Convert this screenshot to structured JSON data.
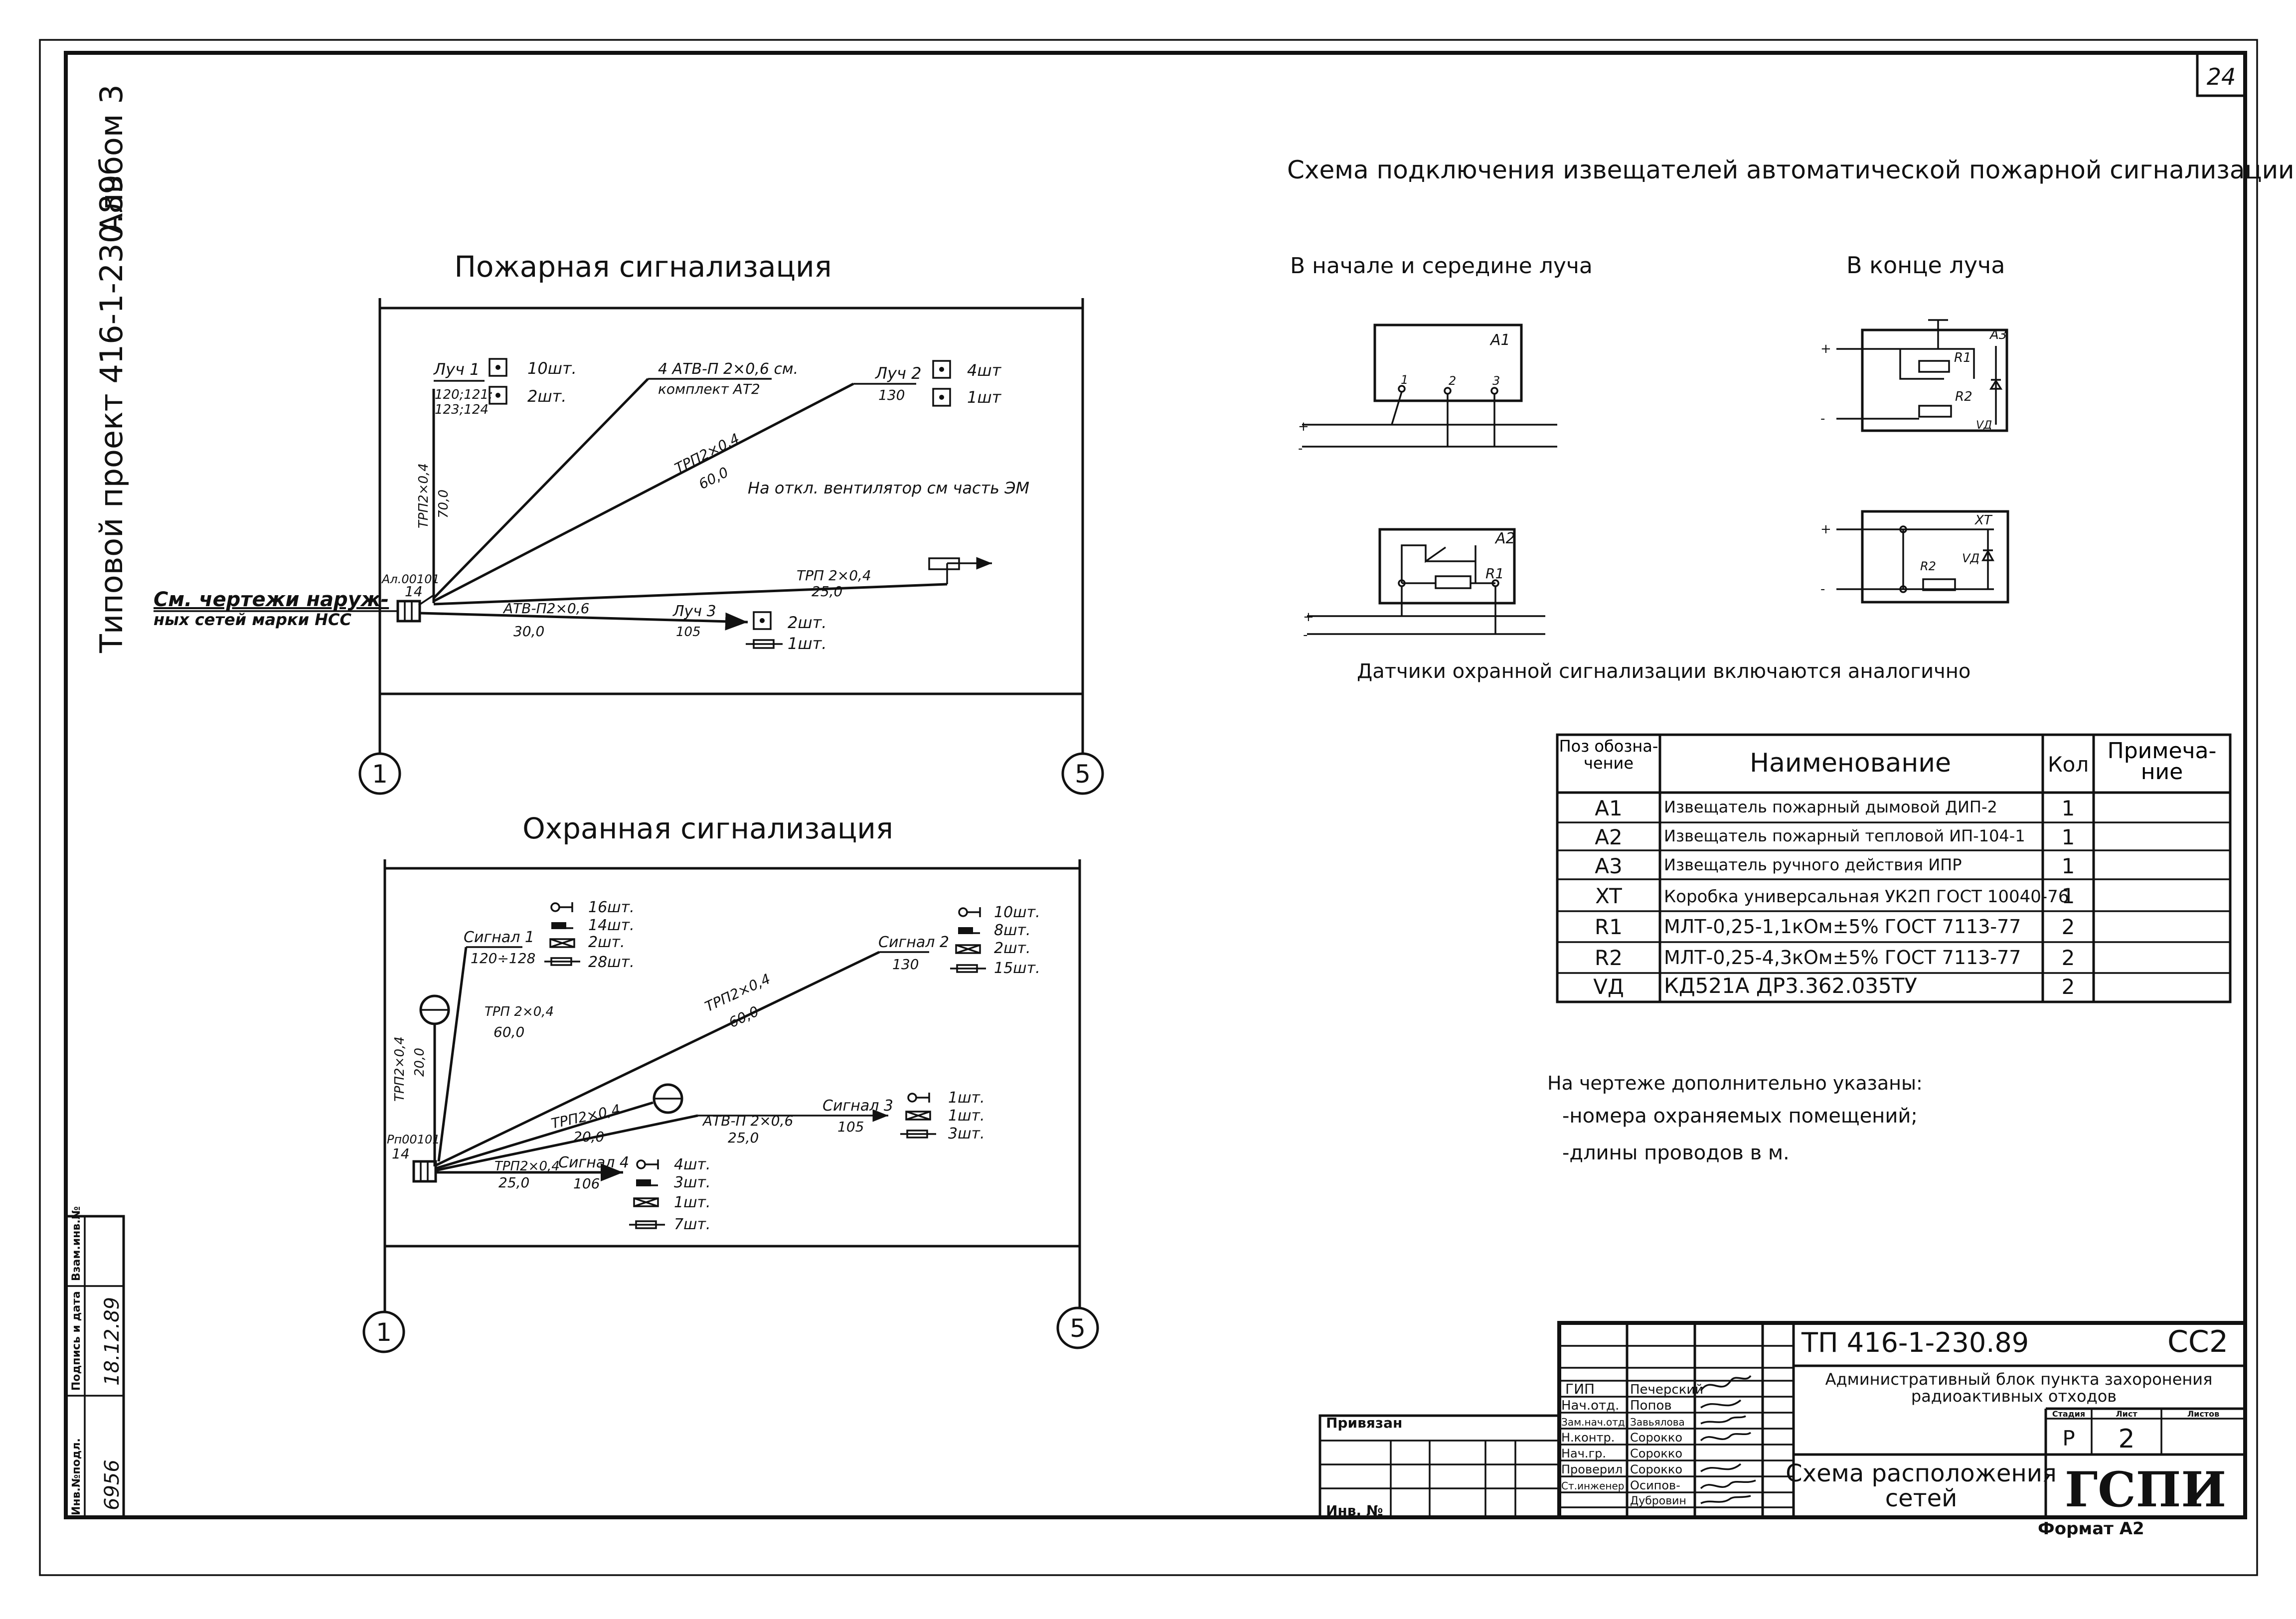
{
  "sheet_number": "24",
  "side_stamp": {
    "album": "Альбом 3",
    "project": "Типовой проект 416-1-230.89"
  },
  "inv_box": {
    "headers": [
      "Инв.№подл.",
      "Подпись и дата",
      "Взам.инв.№"
    ],
    "values": [
      "6956",
      "18.12.89",
      ""
    ]
  },
  "fire": {
    "title": "Пожарная сигнализация",
    "ref_text_1": "См. чертежи наруж-",
    "ref_text_2": "ных сетей марки НСС",
    "node_label": "Ал.00101",
    "node_num": "14",
    "beam1_name": "Луч 1",
    "beam1_rooms_1": "120;121;",
    "beam1_rooms_2": "123;124",
    "beam1_cnt1": "10шт.",
    "beam1_cnt2": "2шт.",
    "cable_vert": "ТРП2×0,4",
    "cable_vert_len": "70,0",
    "atv_label": "4 АТВ-П 2×0,6 см.",
    "atv_label2": "комплект АТ2",
    "beam2_name": "Луч 2",
    "beam2_room": "130",
    "beam2_cnt1": "4шт",
    "beam2_cnt2": "1шт",
    "trp_diag": "ТРП2×0,4",
    "trp_diag_len": "60,0",
    "note": "На откл. вентилятор см часть ЭМ",
    "trp_h": "ТРП 2×0,4",
    "trp_h_len": "25,0",
    "atv_low": "АТВ-П2×0,6",
    "atv_low_len": "30,0",
    "beam3_name": "Луч 3",
    "beam3_room": "105",
    "beam3_cnt1": "2шт.",
    "beam3_cnt2": "1шт.",
    "axis_left": "1",
    "axis_right": "5"
  },
  "security": {
    "title": "Охранная сигнализация",
    "sig1_name": "Сигнал 1",
    "sig1_rooms": "120÷128",
    "sig1_counts": [
      "16шт.",
      "14шт.",
      "2шт.",
      "28шт."
    ],
    "trp_a": "ТРП 2×0,4",
    "trp_a_len": "60,0",
    "trp_v": "ТРП2×0,4",
    "trp_v_len": "20,0",
    "sig2_name": "Сигнал 2",
    "sig2_room": "130",
    "sig2_counts": [
      "10шт.",
      "8шт.",
      "2шт.",
      "15шт."
    ],
    "trp_b": "ТРП2×0,4",
    "trp_b_len": "60,0",
    "trp_c": "ТРП2×0,4",
    "trp_c_len": "20,0",
    "atv": "АТВ-П 2×0,6",
    "atv_len": "25,0",
    "sig3_name": "Сигнал 3",
    "sig3_room": "105",
    "sig3_counts": [
      "1шт.",
      "1шт.",
      "3шт."
    ],
    "trp_d": "ТРП2×0,4",
    "trp_d_len": "25,0",
    "sig4_name": "Сигнал 4",
    "sig4_room": "106",
    "sig4_counts": [
      "4шт.",
      "3шт.",
      "1шт.",
      "7шт."
    ],
    "node_label": "Рп00101",
    "node_num": "14",
    "axis_left": "1",
    "axis_right": "5"
  },
  "scheme": {
    "title": "Схема подключения извещателей автоматической пожарной сигнализации",
    "sub_left": "В начале и середине луча",
    "sub_right": "В конце луча",
    "footnote": "Датчики охранной сигнализации включаются аналогично",
    "labels": {
      "A1": "A1",
      "A2": "A2",
      "A3": "A3",
      "XT": "XT",
      "R1": "R1",
      "R2": "R2",
      "VD": "VД",
      "p1": "1",
      "p2": "2",
      "p3": "3",
      "plus": "+",
      "minus": "-"
    }
  },
  "spec_table": {
    "headers": [
      "Поз обозна-чение",
      "Наименование",
      "Кол",
      "Примеча-ние"
    ],
    "rows": [
      [
        "A1",
        "Извещатель пожарный дымовой ДИП-2",
        "1",
        ""
      ],
      [
        "A2",
        "Извещатель пожарный тепловой ИП-104-1",
        "1",
        ""
      ],
      [
        "A3",
        "Извещатель ручного действия ИПР",
        "1",
        ""
      ],
      [
        "XT",
        "Коробка универсальная УК2П ГОСТ 10040-76",
        "1",
        ""
      ],
      [
        "R1",
        "МЛТ-0,25-1,1кОм±5% ГОСТ 7113-77",
        "2",
        ""
      ],
      [
        "R2",
        "МЛТ-0,25-4,3кОм±5% ГОСТ 7113-77",
        "2",
        ""
      ],
      [
        "VД",
        "КД521А ДР3.362.035ТУ",
        "2",
        ""
      ]
    ]
  },
  "notes": {
    "line1": "На чертеже дополнительно указаны:",
    "line2": "-номера охраняемых помещений;",
    "line3": "-длины проводов в м."
  },
  "title_block": {
    "code": "ТП 416-1-230.89",
    "mark": "СС2",
    "object_1": "Административный блок пункта захоронения",
    "object_2": "радиоактивных отходов",
    "stage_h": "Стадия",
    "sheet_h": "Лист",
    "sheets_h": "Листов",
    "stage": "Р",
    "sheet": "2",
    "sheets": "",
    "drawing_1": "Схема расположения",
    "drawing_2": "сетей",
    "org": "ГСПИ",
    "privyazan": "Привязан",
    "inv_no": "Инв. №",
    "format": "Формат А2",
    "roles": [
      "ГИП",
      "Нач.отд.",
      "Зам.нач.отд.",
      "Н.контр.",
      "Нач.гр.",
      "Проверил",
      "Ст.инженер",
      ""
    ],
    "names": [
      "Печерский",
      "Попов",
      "Завьялова",
      "Сорокко",
      "Сорокко",
      "Сорокко",
      "Осипов-",
      "Дубровин"
    ]
  }
}
